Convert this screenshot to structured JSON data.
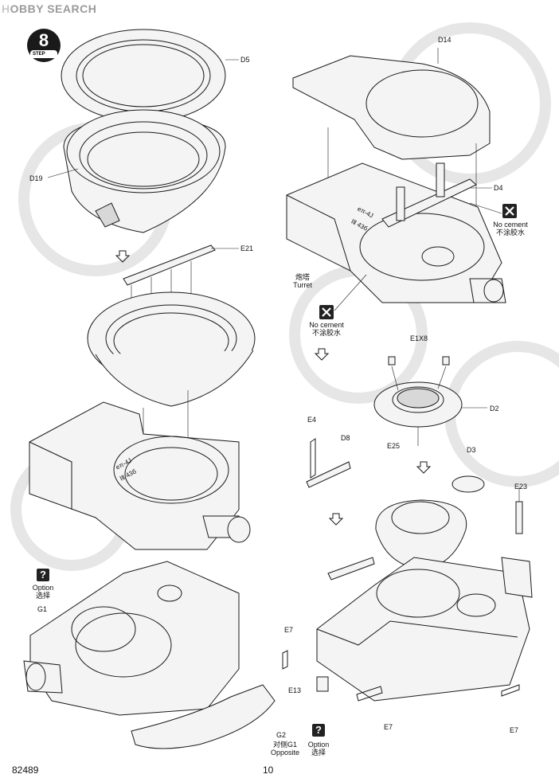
{
  "watermark": {
    "prefix": "H",
    "rest": "BBY SEARCH",
    "mid": "O"
  },
  "step": {
    "number": "8",
    "label": "STEP"
  },
  "parts": {
    "d5": "D5",
    "d19": "D19",
    "e21": "E21",
    "d14": "D14",
    "d4": "D4",
    "e1x8": "E1X8",
    "d2": "D2",
    "e4": "E4",
    "d8": "D8",
    "e25": "E25",
    "d3": "D3",
    "e23": "E23",
    "e7a": "E7",
    "e13": "E13",
    "e7b": "E7",
    "e7c": "E7",
    "g1": "G1",
    "g2": "G2"
  },
  "hull_marks": {
    "a": "eπ-4J",
    "b": "ⅠⅡ 43б"
  },
  "turret": {
    "zh": "炮塔",
    "en": "Turret"
  },
  "no_cement_1": {
    "en": "No cement",
    "zh": "不涂胶水"
  },
  "no_cement_2": {
    "en": "No cement",
    "zh": "不涂胶水"
  },
  "option_1": {
    "en": "Option",
    "zh": "选择"
  },
  "option_2": {
    "en": "Option",
    "zh": "选择"
  },
  "opposite": {
    "zh": "对侧G1",
    "en": "Opposite"
  },
  "footer": {
    "catalog": "82489",
    "page": "10"
  }
}
